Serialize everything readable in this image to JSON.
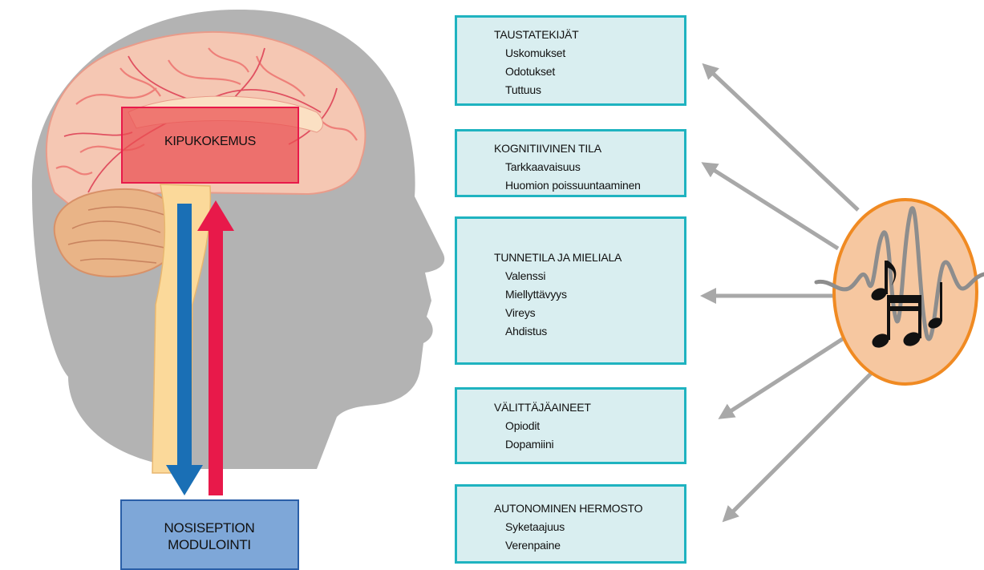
{
  "brain": {
    "center_label": "KIPUKOKEMUS"
  },
  "modulation": {
    "line1": "NOSISEPTION",
    "line2": "MODULOINTI"
  },
  "boxes": [
    {
      "title": "TAUSTATEKIJÄT",
      "items": [
        "Uskomukset",
        "Odotukset",
        "Tuttuus"
      ]
    },
    {
      "title": "KOGNITIIVINEN TILA",
      "items": [
        "Tarkkaavaisuus",
        "Huomion poissuuntaaminen"
      ]
    },
    {
      "title": "TUNNETILA JA MIELIALA",
      "items": [
        "Valenssi",
        "Miellyttävyys",
        "Vireys",
        "Ahdistus"
      ]
    },
    {
      "title": "VÄLITTÄJÄAINEET",
      "items": [
        "Opiodit",
        "Dopamiini"
      ]
    },
    {
      "title": "AUTONOMINEN HERMOSTO",
      "items": [
        "Syketaajuus",
        "Verenpaine"
      ]
    }
  ],
  "colors": {
    "box_fill": "#d9eef0",
    "box_border": "#1fb3c0",
    "descending_arrow": "#1a6fb5",
    "ascending_arrow": "#e8194a",
    "music_circle_fill": "#f6c7a0",
    "music_circle_border": "#f08a22",
    "head": "#b3b3b3"
  }
}
